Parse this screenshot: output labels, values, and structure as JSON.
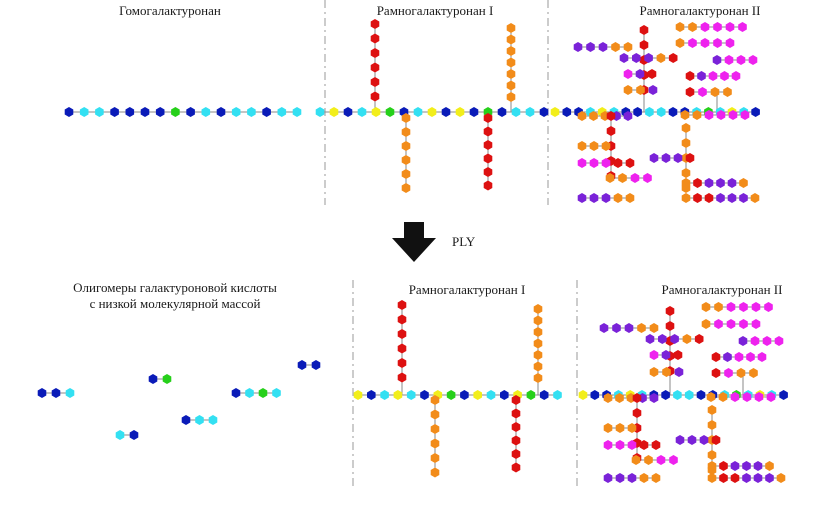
{
  "labels": {
    "homogalacturonan": "Гомогалактуронан",
    "rg1_top": "Рамногалактуронан I",
    "rg2_top": "Рамногалактуронан II",
    "arrow_label": "PLY",
    "oligomers_line1": "Олигомеры галактуроновой кислоты",
    "oligomers_line2": "с низкой молекулярной массой",
    "rg1_bottom": "Рамногалактуронан I",
    "rg2_bottom": "Рамногалактуронан II"
  },
  "colors": {
    "navy": "#0a1bb8",
    "cyan": "#33e0f2",
    "green": "#26d01a",
    "yellow": "#f2ee1a",
    "red": "#dd1111",
    "orange": "#f28c1a",
    "purple": "#7a22d8",
    "magenta": "#ee22ee",
    "link": "#8a8a8a",
    "divider": "#9a9a9a",
    "arrow": "#111111"
  }
}
